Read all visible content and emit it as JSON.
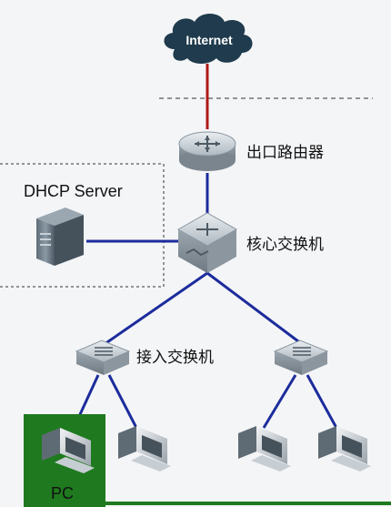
{
  "internet": {
    "label": "Internet"
  },
  "router": {
    "label": "出口路由器"
  },
  "core_switch": {
    "label": "核心交换机"
  },
  "dhcp_server": {
    "label": "DHCP Server"
  },
  "access_switch": {
    "label": "接入交换机"
  },
  "pc": {
    "label": "PC"
  },
  "colors": {
    "background": "#f4f5f7",
    "cloud": "#1f3b4d",
    "wan_link": "#b01818",
    "lan_link": "#1c2c9c",
    "device_body": "#b9c2c9",
    "pc_highlight": "#1f7a1f"
  }
}
